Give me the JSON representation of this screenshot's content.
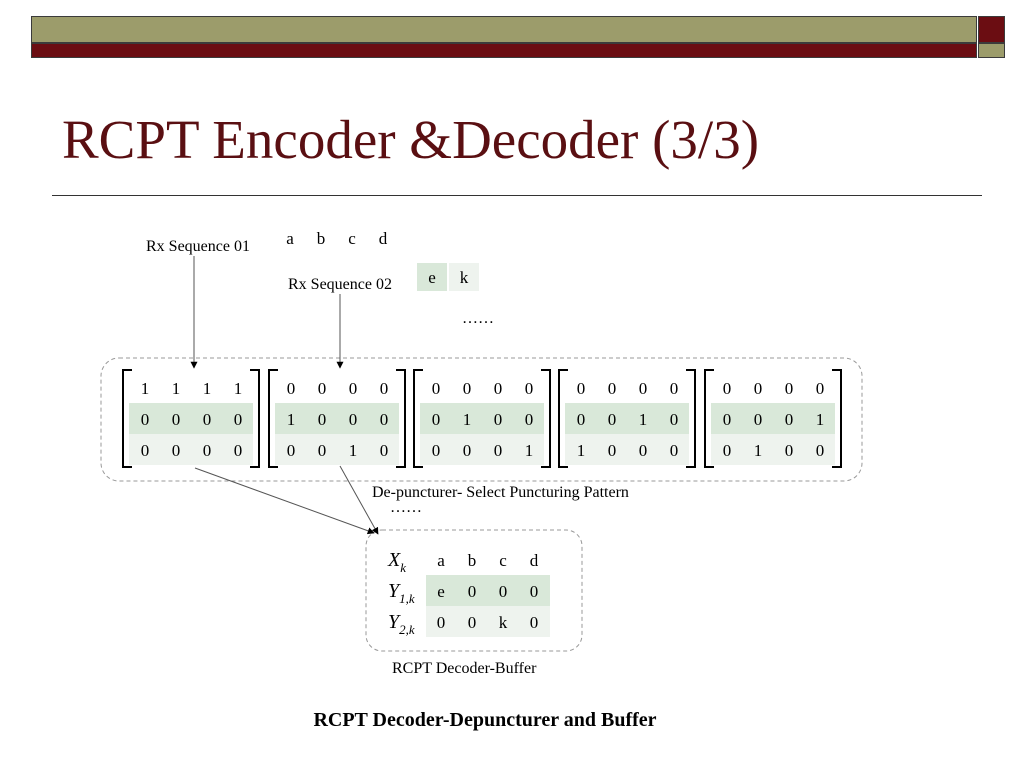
{
  "slide": {
    "title": "RCPT Encoder &Decoder (3/3)",
    "caption": "RCPT Decoder-Depuncturer and Buffer"
  },
  "diagram": {
    "rx_seq_01": {
      "label": "Rx Sequence 01",
      "symbols": [
        "a",
        "b",
        "c",
        "d"
      ]
    },
    "rx_seq_02": {
      "label": "Rx Sequence 02",
      "symbols": [
        "e",
        "k"
      ]
    },
    "dots_1": "……",
    "dots_2": "……",
    "depuncturer_label": "De-puncturer- Select Puncturing Pattern",
    "buffer_label": "RCPT Decoder-Buffer",
    "matrices": [
      [
        [
          "1",
          "1",
          "1",
          "1"
        ],
        [
          "0",
          "0",
          "0",
          "0"
        ],
        [
          "0",
          "0",
          "0",
          "0"
        ]
      ],
      [
        [
          "0",
          "0",
          "0",
          "0"
        ],
        [
          "1",
          "0",
          "0",
          "0"
        ],
        [
          "0",
          "0",
          "1",
          "0"
        ]
      ],
      [
        [
          "0",
          "0",
          "0",
          "0"
        ],
        [
          "0",
          "1",
          "0",
          "0"
        ],
        [
          "0",
          "0",
          "0",
          "1"
        ]
      ],
      [
        [
          "0",
          "0",
          "0",
          "0"
        ],
        [
          "0",
          "0",
          "1",
          "0"
        ],
        [
          "1",
          "0",
          "0",
          "0"
        ]
      ],
      [
        [
          "0",
          "0",
          "0",
          "0"
        ],
        [
          "0",
          "0",
          "0",
          "1"
        ],
        [
          "0",
          "1",
          "0",
          "0"
        ]
      ]
    ],
    "buffer": {
      "rows": [
        {
          "symbol": "X",
          "sub": "k",
          "values": [
            "a",
            "b",
            "c",
            "d"
          ]
        },
        {
          "symbol": "Y",
          "sub": "1,k",
          "values": [
            "e",
            "0",
            "0",
            "0"
          ]
        },
        {
          "symbol": "Y",
          "sub": "2,k",
          "values": [
            "0",
            "0",
            "k",
            "0"
          ]
        }
      ]
    }
  },
  "colors": {
    "title": "#5a0f12",
    "bar_olive": "#9c9c6b",
    "bar_maroon": "#6b0d12",
    "cell_shade": "#d9e8d9"
  }
}
